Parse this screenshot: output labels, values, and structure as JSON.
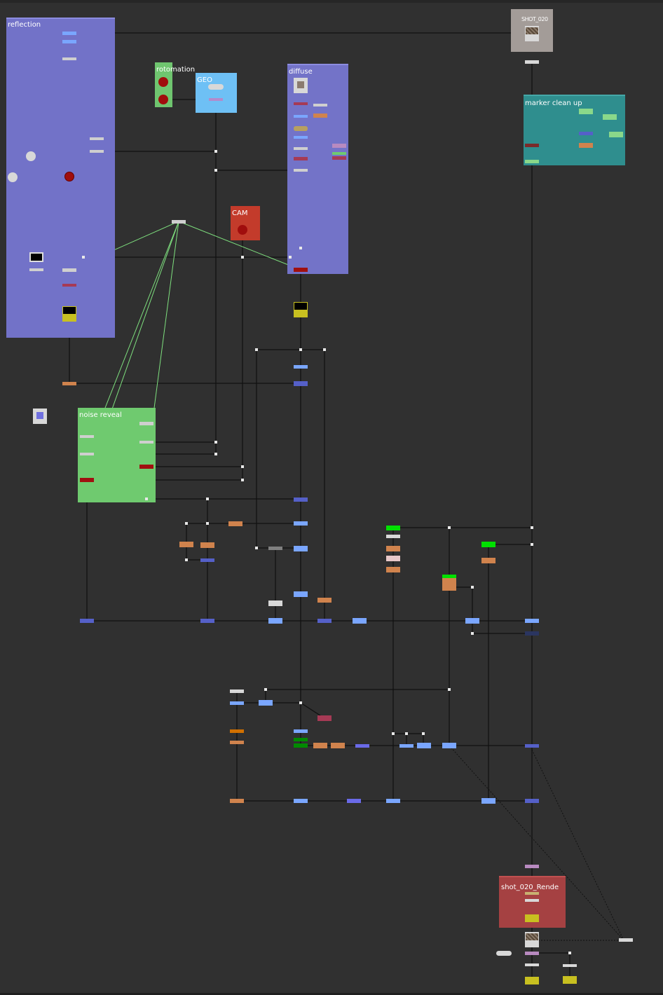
{
  "canvas": {
    "background": "#303030"
  },
  "backdrops": {
    "reflection": {
      "label": "reflection",
      "color": "#7272c8"
    },
    "rotomation": {
      "label": "rotomation",
      "color": "#6fc56f"
    },
    "geo": {
      "label": "GEO",
      "color": "#6ec0f5"
    },
    "diffuse": {
      "label": "diffuse",
      "color": "#7373c8"
    },
    "cam": {
      "label": "CAM",
      "color": "#c33b2b"
    },
    "shot": {
      "label": "SHOT_020",
      "color": "#a39c98"
    },
    "marker": {
      "label": "marker clean up",
      "color": "#2f8e8e"
    },
    "noise": {
      "label": "noise reveal",
      "color": "#6fca6f"
    },
    "render": {
      "label": "shot_020_Rende",
      "color": "#a54142"
    }
  },
  "colors": {
    "wire": "#111111",
    "expression_link": "#7ee07e",
    "viewer_link": "#111111",
    "merge_node": "#7aa6ff",
    "grade_node": "#d0834d",
    "transform_node": "#5560c8",
    "roto_node": "#cfcfcf",
    "write_node": "#c8c020",
    "dot": "#e8e8e8"
  }
}
